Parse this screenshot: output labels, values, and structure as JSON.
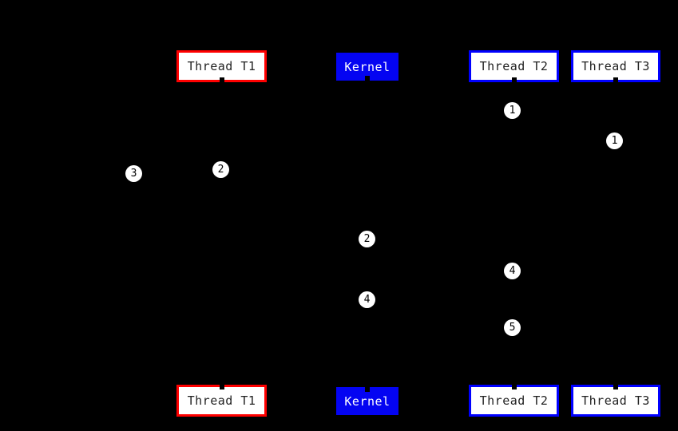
{
  "diagram": {
    "type": "sequence-diagram",
    "background_color": "#000000",
    "colors": {
      "thread_t1_border": "#ff0000",
      "thread_t2_border": "#0000ff",
      "thread_t3_border": "#0000ff",
      "participant_fill": "#ffffff",
      "participant_text": "#222222",
      "kernel_fill": "#0404f2",
      "kernel_text": "#ffffff",
      "marker_fill": "#ffffff",
      "marker_text": "#000000"
    },
    "participants_top": [
      {
        "label": "Thread T1"
      },
      {
        "label": "Kernel"
      },
      {
        "label": "Thread T2"
      },
      {
        "label": "Thread T3"
      }
    ],
    "participants_bottom": [
      {
        "label": "Thread T1"
      },
      {
        "label": "Kernel"
      },
      {
        "label": "Thread T2"
      },
      {
        "label": "Thread T3"
      }
    ],
    "markers": [
      {
        "label": "1",
        "near": "Thread T2 lifeline"
      },
      {
        "label": "1",
        "near": "Thread T3 lifeline"
      },
      {
        "label": "2",
        "near": "Thread T1 lifeline"
      },
      {
        "label": "3",
        "near": "left of Thread T1 lifeline"
      },
      {
        "label": "2",
        "near": "Kernel lifeline"
      },
      {
        "label": "4",
        "near": "Thread T2 lifeline"
      },
      {
        "label": "4",
        "near": "Kernel lifeline"
      },
      {
        "label": "5",
        "near": "Thread T2 lifeline"
      }
    ]
  }
}
